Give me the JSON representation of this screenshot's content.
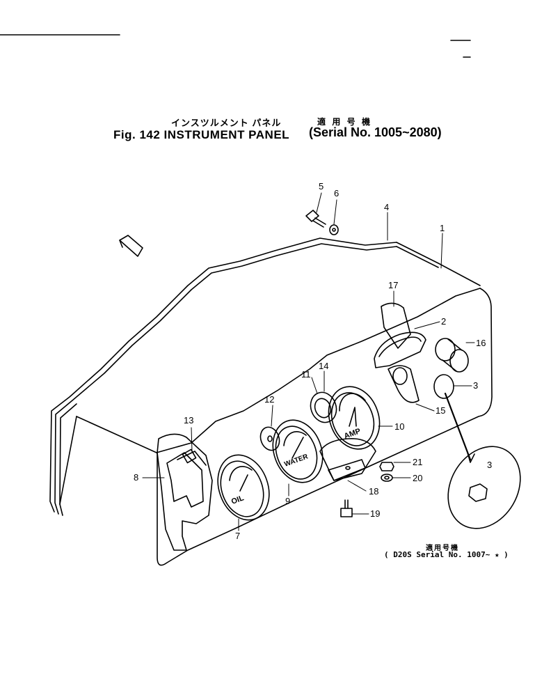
{
  "title": {
    "japanese": "インスツルメント パネル",
    "applicable_jp": "適 用 号 機",
    "main": "Fig. 142 INSTRUMENT PANEL",
    "serial": "(Serial No. 1005~2080)"
  },
  "note": {
    "applicable_jp": "適用号機",
    "serial": "( D20S  Serial No. 1007~  ★ )"
  },
  "gauge_labels": {
    "oil": "OIL",
    "water": "WATER",
    "amp": "AMP"
  },
  "callouts": [
    "1",
    "2",
    "3",
    "3",
    "4",
    "5",
    "6",
    "7",
    "8",
    "9",
    "10",
    "11",
    "12",
    "13",
    "14",
    "15",
    "16",
    "17",
    "18",
    "19",
    "20",
    "21"
  ]
}
